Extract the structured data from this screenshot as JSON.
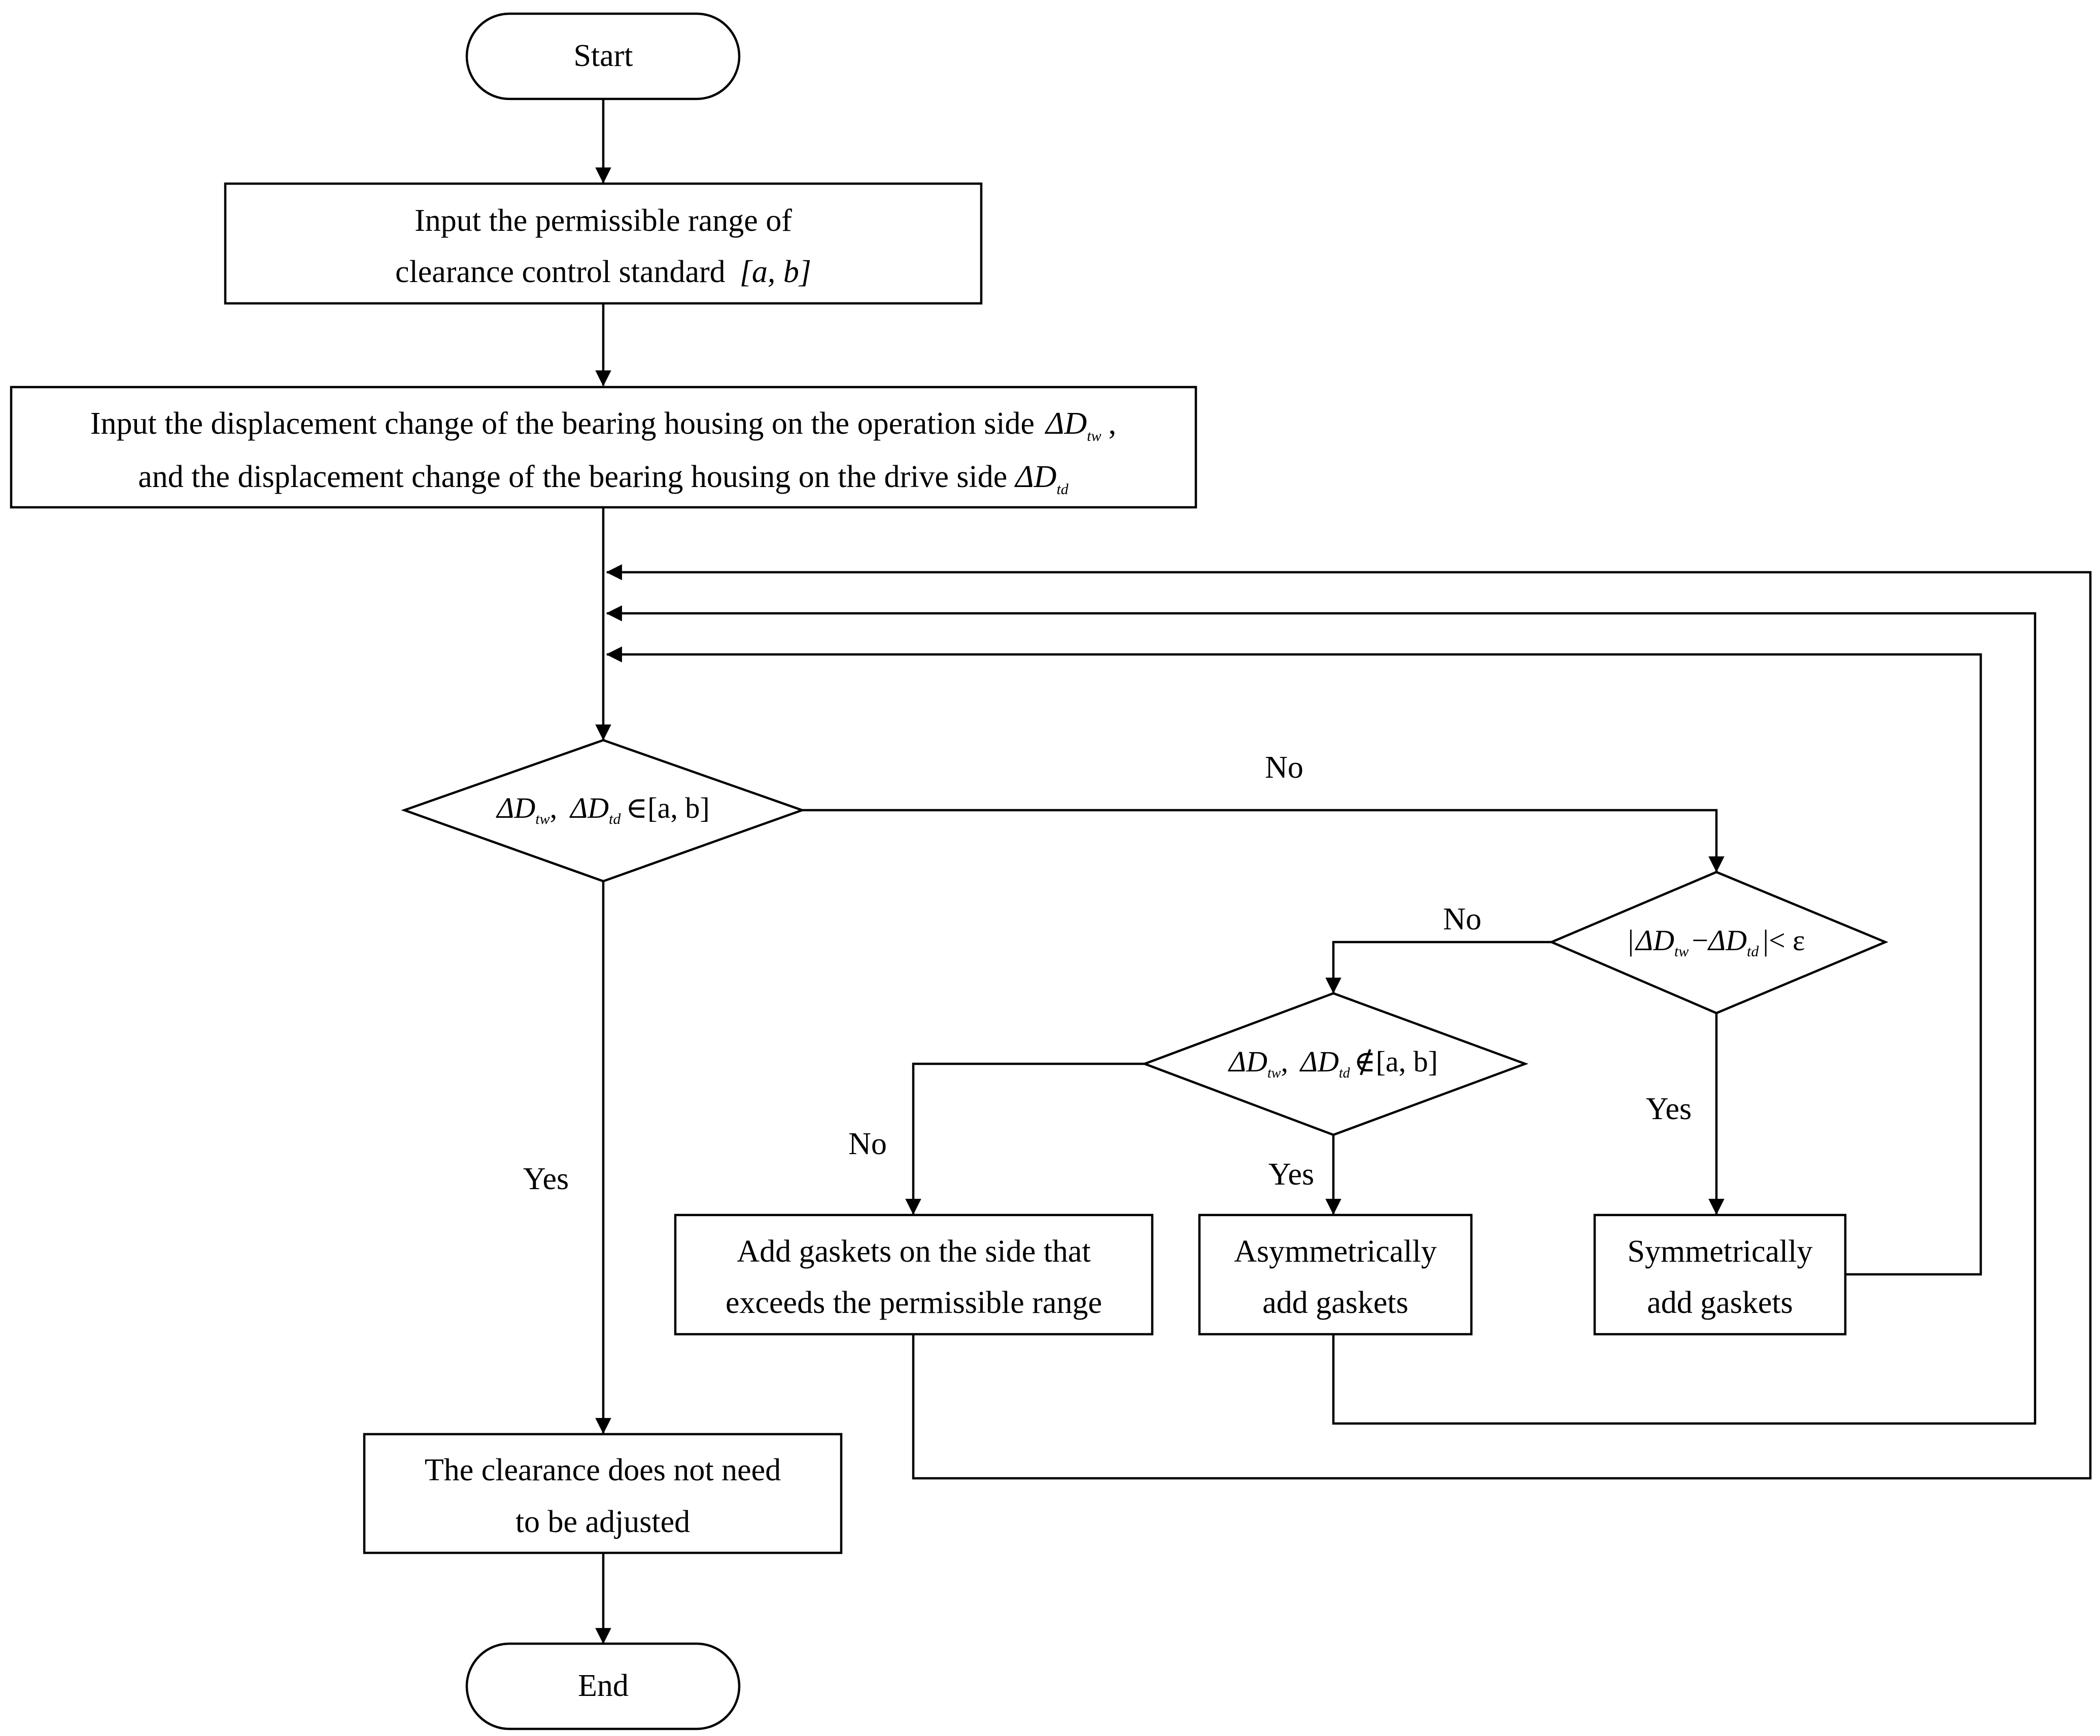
{
  "nodes": {
    "start": {
      "label": "Start"
    },
    "input_range": {
      "line1": "Input the permissible range of",
      "line2_prefix": "clearance control standard",
      "line2_math": "[a, b]"
    },
    "input_displacement": {
      "line1_text": "Input the displacement change of the bearing housing on the operation side",
      "line1_delta": "ΔD",
      "line1_sub": "tw",
      "line1_end": ",",
      "line2_text": "and the displacement change of the bearing housing on the drive side",
      "line2_delta": "ΔD",
      "line2_sub": "td"
    },
    "decision_in_range": {
      "d1": "ΔD",
      "s1": "tw",
      "sep": ",",
      "d2": "ΔD",
      "s2": "td",
      "rel": "∈[a, b]"
    },
    "decision_diff": {
      "open": "|",
      "d1": "ΔD",
      "s1": "tw",
      "minus": "−",
      "d2": "ΔD",
      "s2": "td",
      "rel": "|< ε"
    },
    "decision_not_in": {
      "d1": "ΔD",
      "s1": "tw",
      "sep": ",",
      "d2": "ΔD",
      "s2": "td",
      "rel": "∉[a, b]"
    },
    "add_side": {
      "line1": "Add gaskets on the side that",
      "line2": "exceeds the permissible range"
    },
    "asym": {
      "line1": "Asymmetrically",
      "line2": "add gaskets"
    },
    "sym": {
      "line1": "Symmetrically",
      "line2": "add gaskets"
    },
    "no_adjust": {
      "line1": "The clearance does not need",
      "line2": "to be adjusted"
    },
    "end": {
      "label": "End"
    }
  },
  "edges": {
    "no_main": "No",
    "no_diff": "No",
    "no_notin": "No",
    "yes_main": "Yes",
    "yes_diff": "Yes",
    "yes_notin": "Yes"
  }
}
